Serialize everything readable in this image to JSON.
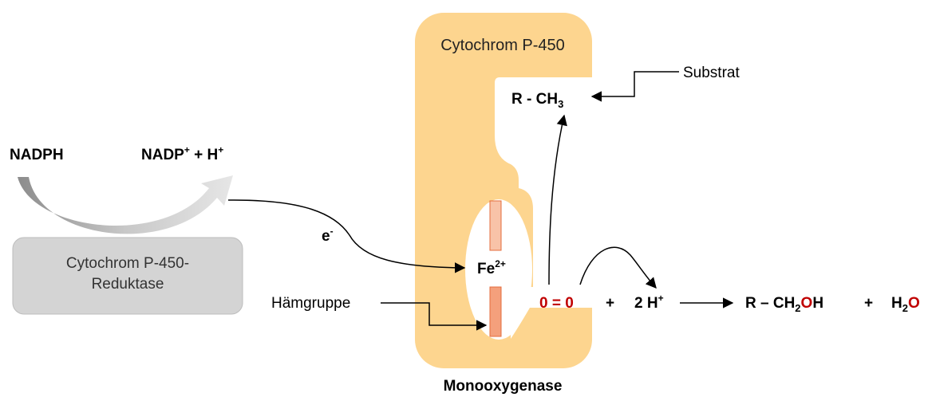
{
  "colors": {
    "enzyme_fill": "#fdd58f",
    "reductase_fill": "#d4d4d4",
    "heme_bar_light": "#f8c3a8",
    "heme_bar_dark": "#f4a07c",
    "oxygen_red": "#c00000",
    "cycle_arrow_gray": "#a6a6a6"
  },
  "labels": {
    "enzyme_title": "Cytochrom P-450",
    "substrate": "Substrat",
    "substrate_formula": "R - CH",
    "substrate_sub": "3",
    "nadph": "NADPH",
    "nadp_main": "NADP",
    "nadp_sup": "+",
    "nadp_rest": " + H",
    "nadp_sup2": "+",
    "electron": "e",
    "electron_sup": "-",
    "reductase_line1": "Cytochrom P-450-",
    "reductase_line2": "Reduktase",
    "iron": "Fe",
    "iron_sup": "2+",
    "heme": "Hämgruppe",
    "oxygen": "0 = 0",
    "plus1": "+",
    "protons": "2 H",
    "protons_sup": "+",
    "product_r": "R – CH",
    "product_sub": "2",
    "product_o": "O",
    "product_h": "H",
    "plus2": "+",
    "water_h": "H",
    "water_sub": "2",
    "water_o": "O",
    "enzyme_class": "Monooxygenase"
  }
}
